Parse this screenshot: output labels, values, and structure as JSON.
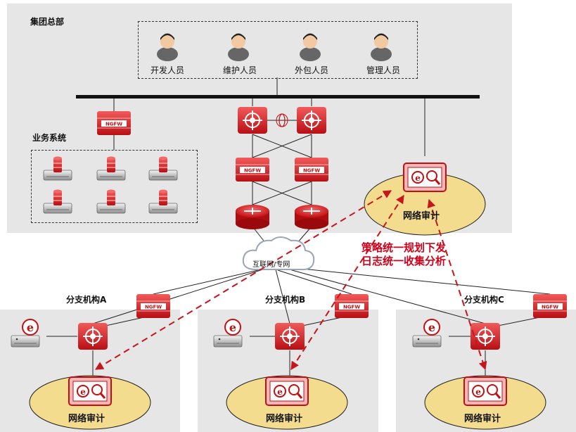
{
  "hq": {
    "title": "集团总部",
    "business_label": "业务系统",
    "personnel": [
      {
        "label": "开发人员",
        "icon": "developer-avatar-icon"
      },
      {
        "label": "维护人员",
        "icon": "maintainer-avatar-icon"
      },
      {
        "label": "外包人员",
        "icon": "outsource-avatar-icon"
      },
      {
        "label": "管理人员",
        "icon": "manager-avatar-icon"
      }
    ]
  },
  "firewall_label": "NGFW",
  "cloud_label": "互联网/专网",
  "audit_label": "网络审计",
  "policy_text": [
    "策略统一规划下发",
    "日志统一收集分析"
  ],
  "branches": [
    {
      "label": "分支机构A"
    },
    {
      "label": "分支机构B"
    },
    {
      "label": "分支机构C"
    }
  ],
  "colors": {
    "accent": "#d0021b",
    "panel": "#e6e6e6",
    "audit_fill": "#f3dc8e"
  }
}
